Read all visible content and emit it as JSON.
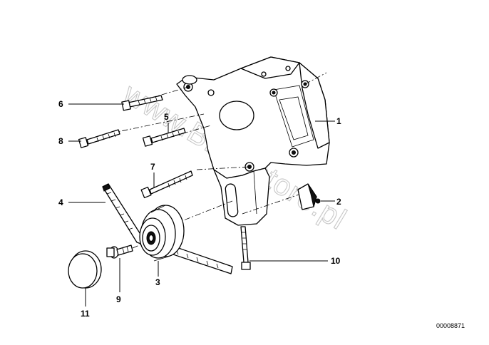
{
  "diagram": {
    "watermark": "www.BMWstore.pl",
    "reference_code": "00008871",
    "callouts": [
      "1",
      "2",
      "3",
      "4",
      "5",
      "6",
      "7",
      "8",
      "9",
      "10",
      "11"
    ]
  }
}
